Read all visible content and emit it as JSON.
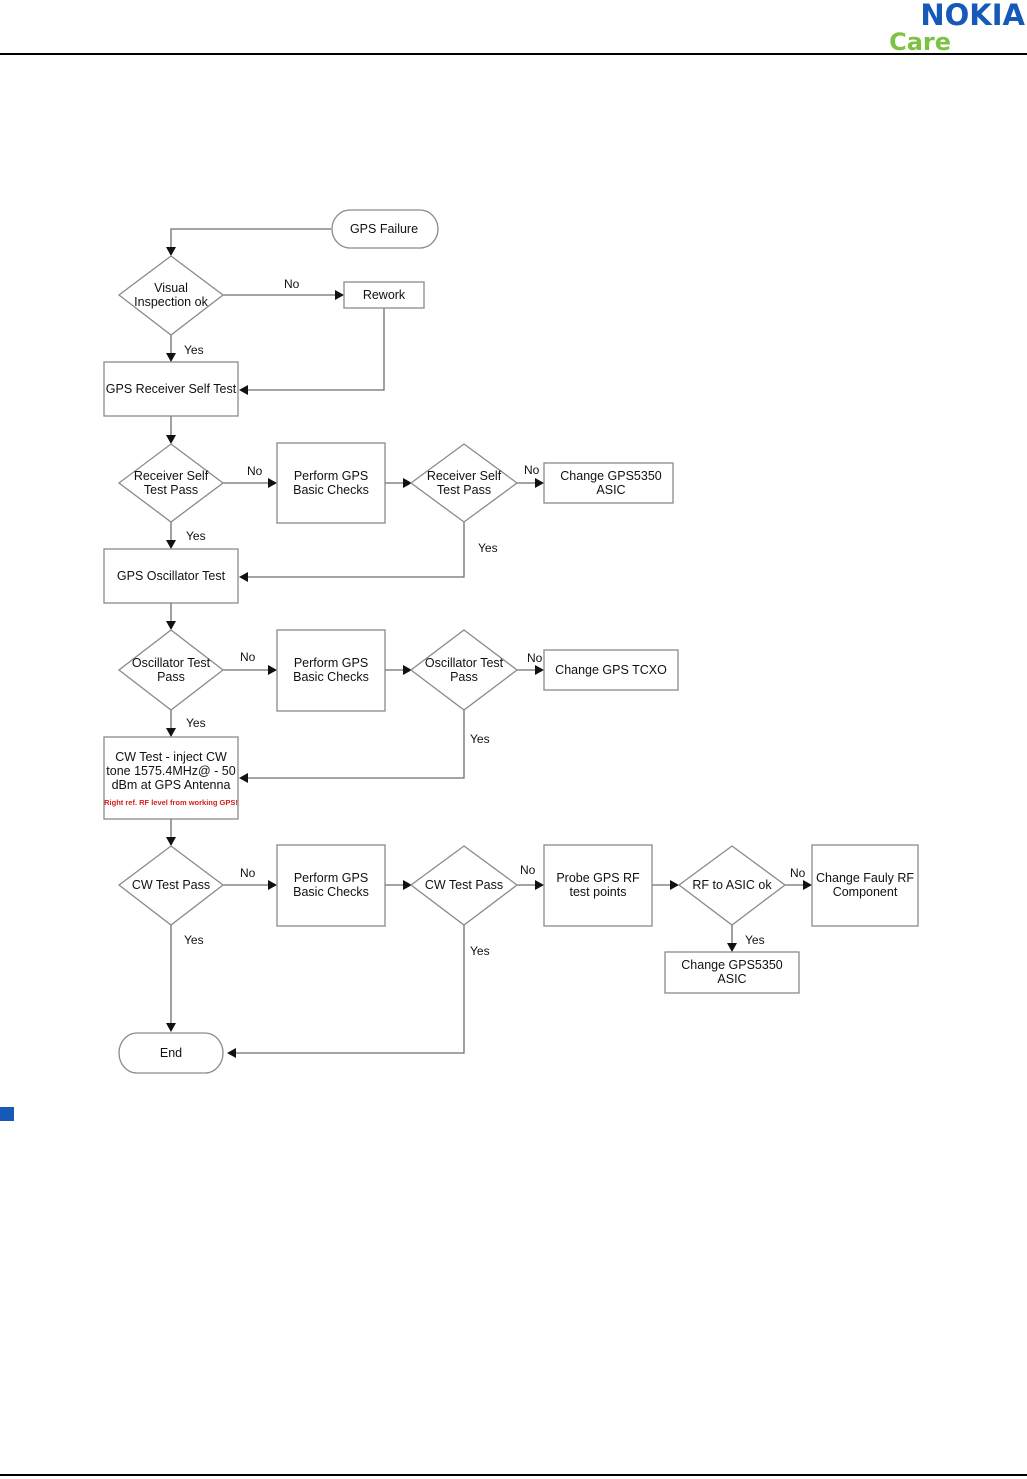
{
  "header": {
    "logo_word": "NOKIA",
    "logo_sub": "Care",
    "brand_blue": "#1759b8",
    "brand_green": "#7dc243"
  },
  "flowchart": {
    "start": "GPS Failure",
    "visual_inspection": [
      "Visual",
      "Inspection ok"
    ],
    "rework": "Rework",
    "receiver_self_test": "GPS Receiver Self Test",
    "receiver_pass_1": [
      "Receiver Self",
      "Test Pass"
    ],
    "basic_checks_1": [
      "Perform GPS",
      "Basic Checks"
    ],
    "receiver_pass_2": [
      "Receiver Self",
      "Test Pass"
    ],
    "change_asic_1": [
      "Change GPS5350",
      "ASIC"
    ],
    "oscillator_test": "GPS Oscillator Test",
    "osc_pass_1": [
      "Oscillator Test",
      "Pass"
    ],
    "basic_checks_2": [
      "Perform GPS",
      "Basic Checks"
    ],
    "osc_pass_2": [
      "Oscillator Test",
      "Pass"
    ],
    "change_tcxo": "Change GPS TCXO",
    "cw_test": [
      "CW Test - inject CW",
      "tone 1575.4MHz@  - 50",
      "dBm at GPS Antenna"
    ],
    "cw_note": "Right ref. RF level from working GPS!",
    "cw_pass_1": "CW Test Pass",
    "basic_checks_3": [
      "Perform GPS",
      "Basic Checks"
    ],
    "cw_pass_2": "CW Test Pass",
    "probe_rf": [
      "Probe GPS RF",
      "test points"
    ],
    "rf_asic_ok": "RF to ASIC ok",
    "change_rf": [
      "Change Fauly RF",
      "Component"
    ],
    "change_asic_2": [
      "Change GPS5350",
      "ASIC"
    ],
    "end": "End",
    "yes": "Yes",
    "no": "No"
  }
}
